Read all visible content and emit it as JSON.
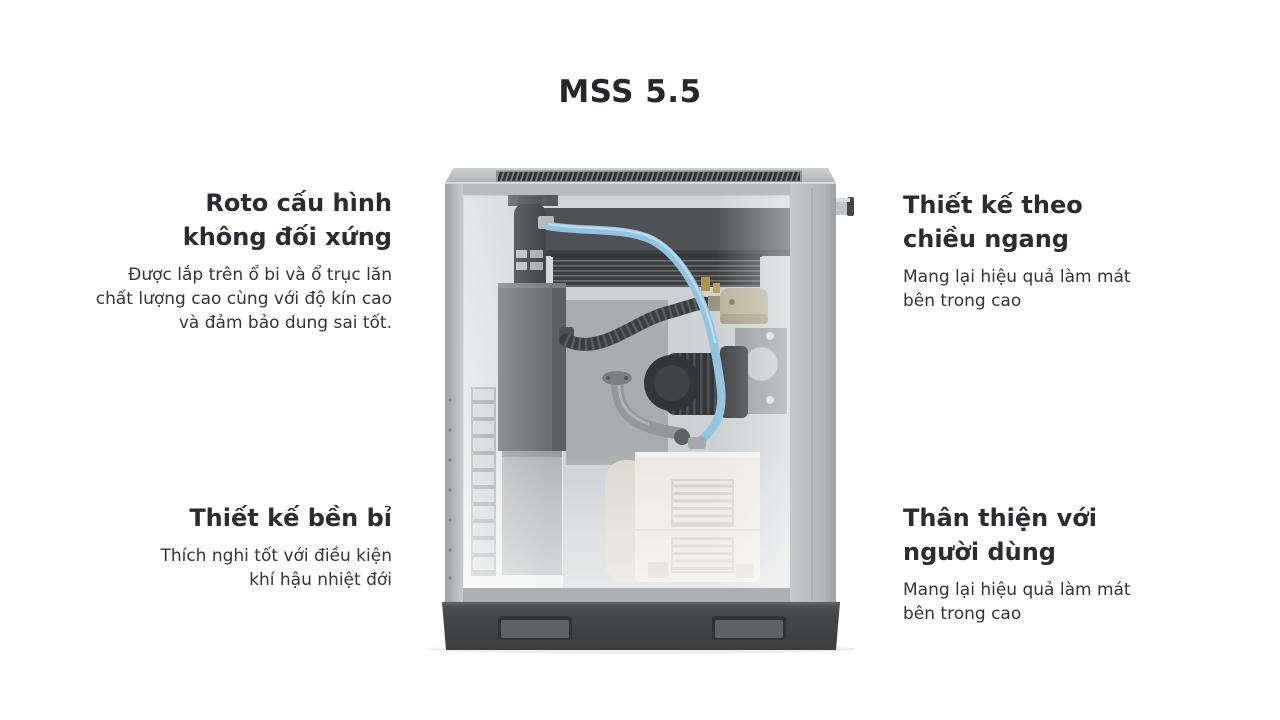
{
  "page": {
    "title": "MSS 5.5",
    "background": "#ffffff",
    "text_color": "#2b2b32"
  },
  "features": [
    {
      "id": "rotor-asymmetric",
      "heading": "Roto cấu hình\nkhông đối xứng",
      "description": "Được lắp trên ổ bi và ổ trục lăn\nchất lượng cao cùng với độ kín cao\nvà đảm bảo dung sai tốt."
    },
    {
      "id": "durable-design",
      "heading": "Thiết kế bền bỉ",
      "description": "Thích nghi tốt với điều kiện\nkhí hậu nhiệt đới"
    },
    {
      "id": "horizontal-design",
      "heading": "Thiết kế theo\nchiều ngang",
      "description": "Mang lại hiệu quả làm mát\nbên trong cao"
    },
    {
      "id": "user-friendly",
      "heading": "Thân thiện với\nngười dùng",
      "description": "Mang lại hiệu quả làm mát\nbên trong cao"
    }
  ],
  "illustration": {
    "name": "mss-5-5-screw-compressor-cutaway",
    "colors": {
      "cabinet_gray": "#b8bbbd",
      "grille_dark": "#2e3133",
      "base_dark": "#464749",
      "hose_blue": "#85bedc",
      "motor_cream": "#eae6dd",
      "interior_gray": "#d6d9da"
    }
  }
}
